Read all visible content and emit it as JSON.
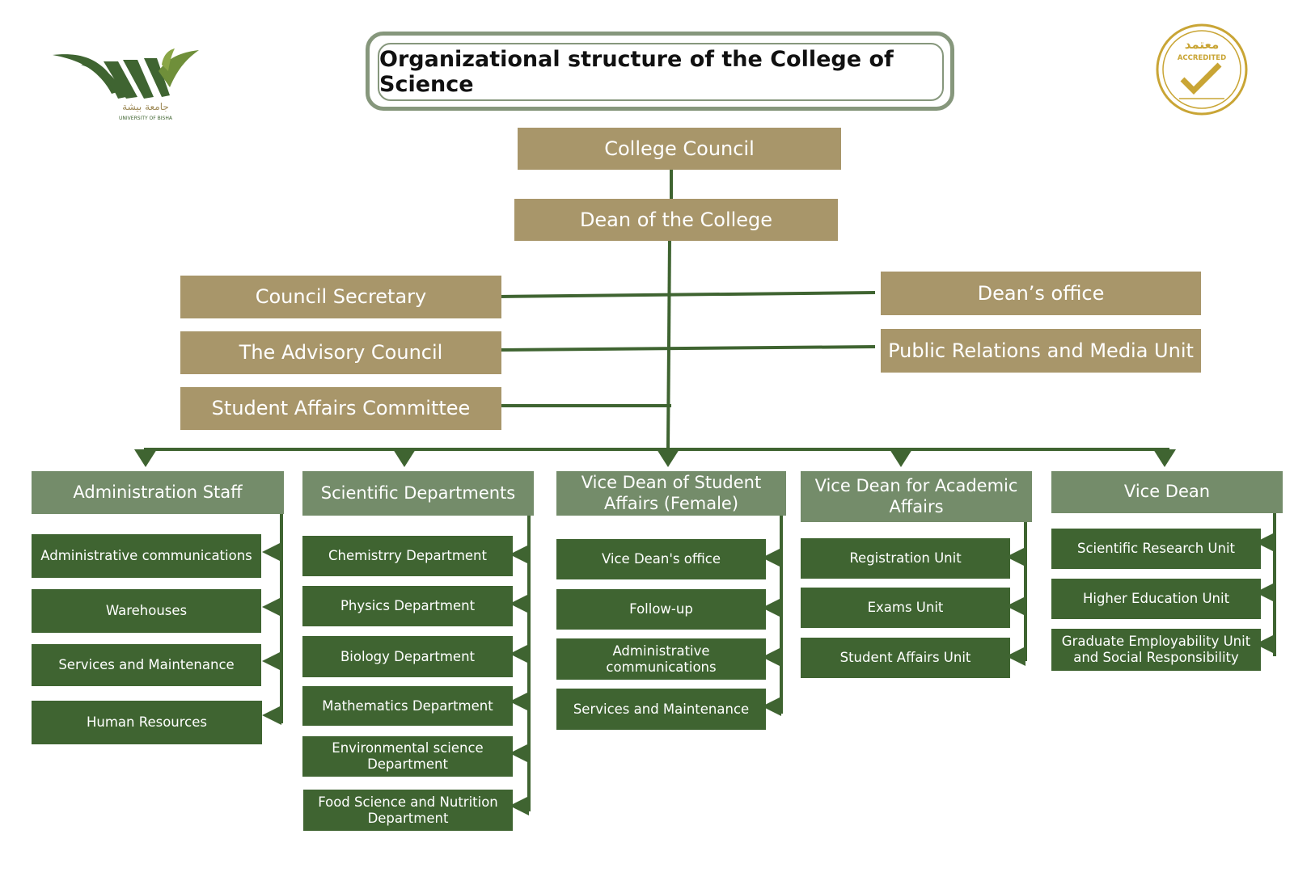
{
  "title": "Organizational structure of the College of Science",
  "logo": {
    "name": "university-of-bisha-logo",
    "arabic": "جامعة بيشة",
    "english": "UNIVERSITY OF BISHA"
  },
  "seal": {
    "name": "accredited-seal",
    "arabic": "معتمد",
    "english": "ACCREDITED"
  },
  "colors": {
    "tan": "#a8966a",
    "sage": "#748c6a",
    "dark_green": "#3f6431",
    "line": "#3f6431",
    "frame": "#86977c"
  },
  "nodes": {
    "college_council": "College Council",
    "dean": "Dean of the College",
    "council_secretary": "Council Secretary",
    "advisory_council": "The Advisory Council",
    "student_affairs_committee": "Student Affairs Committee",
    "deans_office": "Dean’s office",
    "pr_media_unit": "Public Relations and Media Unit"
  },
  "branches": [
    {
      "title": "Administration Staff",
      "items": [
        "Administrative communications",
        "Warehouses",
        "Services and Maintenance",
        "Human Resources"
      ]
    },
    {
      "title": "Scientific Departments",
      "items": [
        "Chemistrry Department",
        "Physics Department",
        "Biology Department",
        "Mathematics Department",
        "Environmental science Department",
        "Food Science and Nutrition Department"
      ]
    },
    {
      "title": "Vice Dean of Student Affairs (Female)",
      "items": [
        "Vice Dean's office",
        "Follow-up",
        "Administrative communications",
        "Services and Maintenance"
      ]
    },
    {
      "title": "Vice Dean for Academic Affairs",
      "items": [
        "Registration Unit",
        "Exams Unit",
        "Student Affairs Unit"
      ]
    },
    {
      "title": "Vice Dean",
      "items": [
        "Scientific Research Unit",
        "Higher Education Unit",
        "Graduate Employability Unit and Social Responsibility"
      ]
    }
  ]
}
